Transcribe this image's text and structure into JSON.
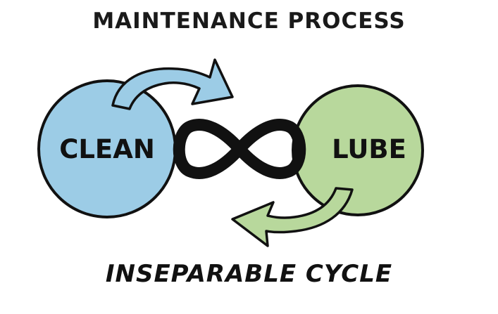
{
  "header": {
    "title": "MAINTENANCE PROCESS"
  },
  "nodes": [
    {
      "label": "CLEAN",
      "color": "#9ccce6"
    },
    {
      "label": "LUBE",
      "color": "#b8d89c"
    }
  ],
  "connector": {
    "icon": "infinity-icon"
  },
  "arrows": [
    {
      "icon": "curved-arrow-right-icon",
      "color": "#9ccce6"
    },
    {
      "icon": "curved-arrow-left-icon",
      "color": "#b8d89c"
    }
  ],
  "footer": {
    "caption": "INSEPARABLE CYCLE"
  },
  "colors": {
    "stroke": "#111111",
    "background": "#ffffff"
  }
}
